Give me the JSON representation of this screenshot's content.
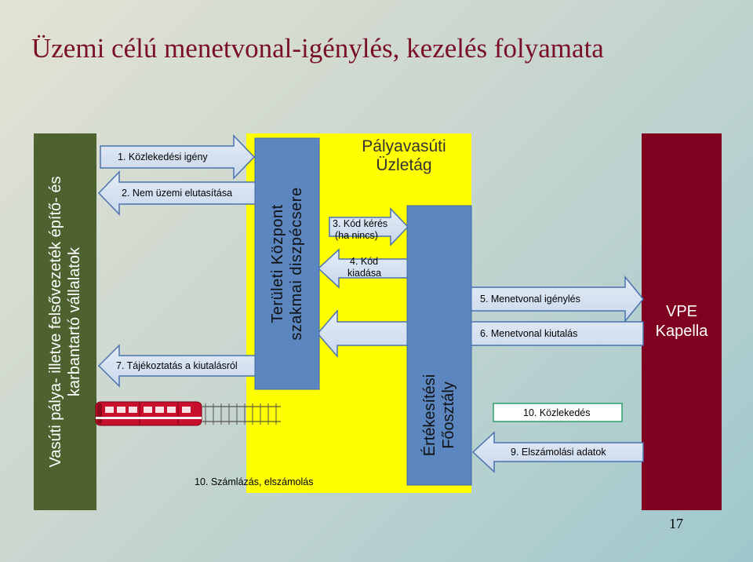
{
  "title": "Üzemi célú menetvonal-igénylés, kezelés folyamata",
  "page_number": "17",
  "colors": {
    "title": "#7a1028",
    "operators_box": "#4e6230",
    "center_box": "#ffff00",
    "blue_box": "#5b86c0",
    "arrow_fill": "#5b86c0",
    "vpe_box": "#800020",
    "train_red": "#c8102e"
  },
  "boxes": {
    "operators": {
      "line1": "Vasúti pálya- illetve felsővezeték építő- és",
      "line2": "karbantartó vállalatok"
    },
    "dispatch_center": {
      "line1": "Területi Központ",
      "line2": "szakmai diszpécsere"
    },
    "business_unit": {
      "line1": "Pályavasúti",
      "line2": "Üzletág"
    },
    "sales_department": {
      "line1": "Értékesítési",
      "line2": "Főosztály"
    },
    "vpe": {
      "line1": "VPE",
      "line2": "Kapella"
    }
  },
  "steps": {
    "s1": "1. Közlekedési igény",
    "s2": "2. Nem üzemi elutasítása",
    "s3_line1": "3. Kód kérés",
    "s3_line2": "(ha nincs)",
    "s4_line1": "4. Kód",
    "s4_line2": "kiadása",
    "s5": "5. Menetvonal igénylés",
    "s6": "6. Menetvonal kiutalás",
    "s7": "7. Tájékoztatás a kiutalásról",
    "s9": "9. Elszámolási adatok",
    "s10a": "10. Közlekedés",
    "s10b": "10. Számlázás, elszámolás"
  },
  "icons": {
    "train": "train-icon"
  }
}
